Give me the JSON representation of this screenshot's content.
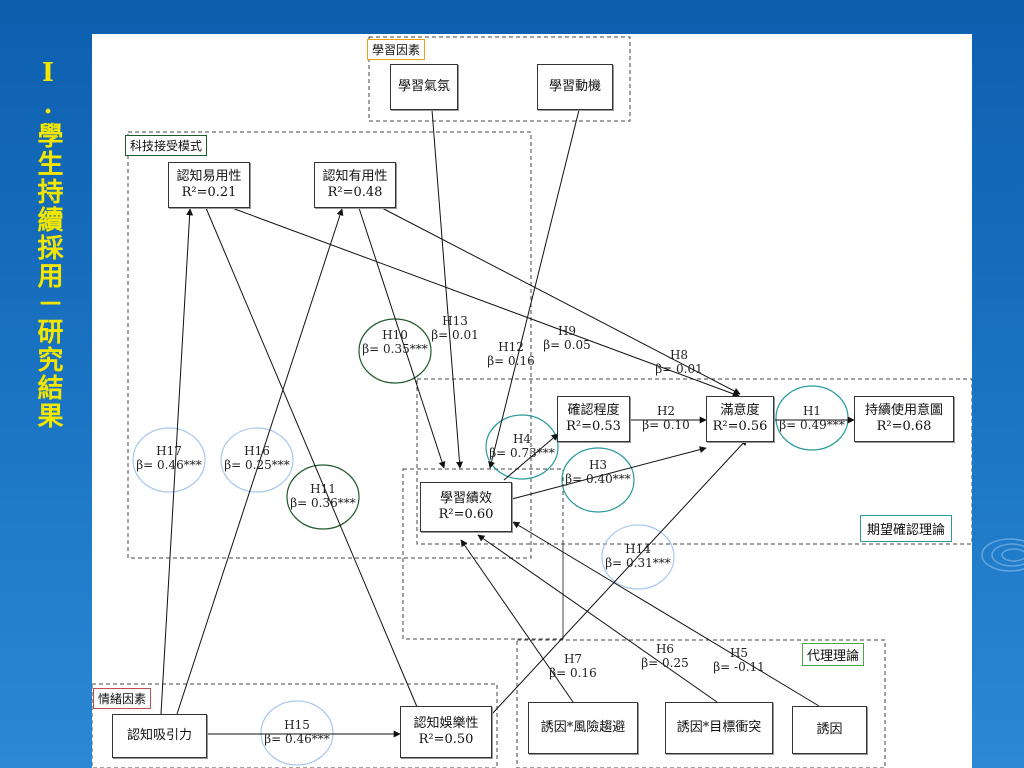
{
  "slide": {
    "title": "I.學生持續採用－研究結果"
  },
  "groups": {
    "learning_factors": "學習因素",
    "tam": "科技接受模式",
    "emotion": "情緒因素",
    "ect": "期望確認理論",
    "agency": "代理理論"
  },
  "nodes": {
    "atmosphere": {
      "label": "學習氣氛"
    },
    "motivation": {
      "label": "學習動機"
    },
    "peou": {
      "label": "認知易用性",
      "r2": "R²=0.21"
    },
    "pu": {
      "label": "認知有用性",
      "r2": "R²=0.48"
    },
    "confirmation": {
      "label": "確認程度",
      "r2": "R²=0.53"
    },
    "satisfaction": {
      "label": "滿意度",
      "r2": "R²=0.56"
    },
    "intention": {
      "label": "持續使用意圖",
      "r2": "R²=0.68"
    },
    "performance": {
      "label": "學習績效",
      "r2": "R²=0.60"
    },
    "attraction": {
      "label": "認知吸引力"
    },
    "entertainment": {
      "label": "認知娛樂性",
      "r2": "R²=0.50"
    },
    "risk": {
      "label": "誘因*風險趨避"
    },
    "goal_conflict": {
      "label": "誘因*目標衝突"
    },
    "incentive": {
      "label": "誘因"
    }
  },
  "hypotheses": {
    "h1": {
      "id": "H1",
      "beta": "β= 0.49***"
    },
    "h2": {
      "id": "H2",
      "beta": "β= 0.10"
    },
    "h3": {
      "id": "H3",
      "beta": "β= 0.40***"
    },
    "h4": {
      "id": "H4",
      "beta": "β= 0.73***"
    },
    "h5": {
      "id": "H5",
      "beta": "β= -0.11"
    },
    "h6": {
      "id": "H6",
      "beta": "β= 0.25"
    },
    "h7": {
      "id": "H7",
      "beta": "β= 0.16"
    },
    "h8": {
      "id": "H8",
      "beta": "β= 0.01"
    },
    "h9": {
      "id": "H9",
      "beta": "β= 0.05"
    },
    "h10": {
      "id": "H10",
      "beta": "β= 0.35***"
    },
    "h11": {
      "id": "H11",
      "beta": "β= 0.36***"
    },
    "h12": {
      "id": "H12",
      "beta": "β= 0.16"
    },
    "h13": {
      "id": "H13",
      "beta": "β= 0.01"
    },
    "h14": {
      "id": "H14",
      "beta": "β= 0.31***"
    },
    "h15": {
      "id": "H15",
      "beta": "β= 0.46***"
    },
    "h16": {
      "id": "H16",
      "beta": "β= 0.25***"
    },
    "h17": {
      "id": "H17",
      "beta": "β= 0.46***"
    }
  },
  "colors": {
    "title": "#f2e600",
    "significant_dark": "#1f5a2a",
    "significant_teal": "#2a9a9a",
    "non_significant_light": "#a9c8ec",
    "label_orange": "#e8a317",
    "label_red": "#c0504d",
    "label_green": "#4aa84a",
    "label_teal": "#2a9a9a"
  }
}
